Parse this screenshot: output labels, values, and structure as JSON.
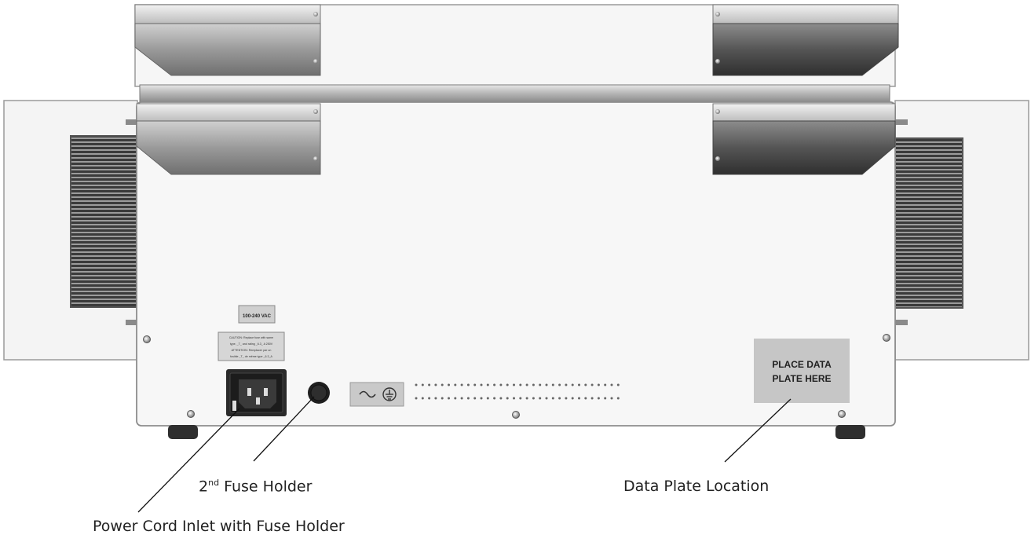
{
  "labels": {
    "voltage": "100-240 VAC",
    "caution_line1": "CAUTION: Replace fuse with same",
    "caution_line2": "type, _T_ and rating _6.3_ A 250V",
    "caution_line3": "ATTENTION: Remplacer par un",
    "caution_line4": "fusible _T_ de même type _6.3_A",
    "data_plate_line1": "PLACE DATA",
    "data_plate_line2": "PLATE HERE"
  },
  "callouts": {
    "fuse2_sup": "nd",
    "fuse2_num": "2",
    "fuse2_rest": " Fuse Holder",
    "data_plate": "Data Plate Location",
    "power": "Power Cord Inlet with Fuse Holder"
  },
  "symbols": {
    "ac": "alternating-current-icon",
    "ground": "protective-earth-icon"
  }
}
